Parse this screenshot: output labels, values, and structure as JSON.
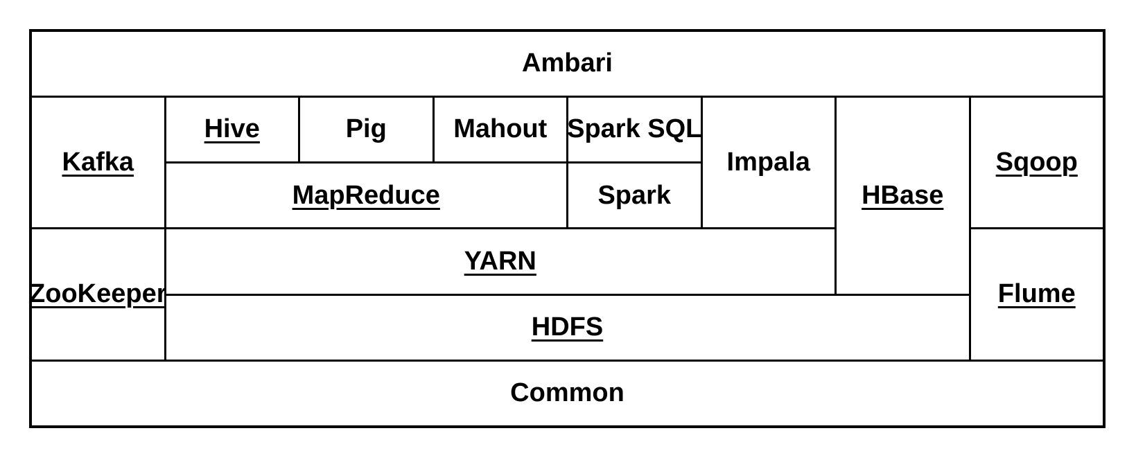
{
  "diagram": {
    "background_color": "#ffffff",
    "line_color": "#000000",
    "text_color": "#000000",
    "cells": [
      {
        "id": "ambari",
        "label": "Ambari",
        "underline": false
      },
      {
        "id": "kafka",
        "label": "Kafka",
        "underline": true
      },
      {
        "id": "hive",
        "label": "Hive",
        "underline": true
      },
      {
        "id": "pig",
        "label": "Pig",
        "underline": false
      },
      {
        "id": "mahout",
        "label": "Mahout",
        "underline": false
      },
      {
        "id": "spark_sql",
        "label": "Spark SQL",
        "underline": false
      },
      {
        "id": "mapreduce",
        "label": "MapReduce",
        "underline": true
      },
      {
        "id": "spark",
        "label": "Spark",
        "underline": false
      },
      {
        "id": "impala",
        "label": "Impala",
        "underline": false
      },
      {
        "id": "hbase",
        "label": "HBase",
        "underline": true
      },
      {
        "id": "sqoop",
        "label": "Sqoop",
        "underline": true
      },
      {
        "id": "zookeeper",
        "label": "ZooKeeper",
        "underline": true
      },
      {
        "id": "yarn",
        "label": "YARN",
        "underline": true
      },
      {
        "id": "hdfs",
        "label": "HDFS",
        "underline": true
      },
      {
        "id": "flume",
        "label": "Flume",
        "underline": true
      },
      {
        "id": "common",
        "label": "Common",
        "underline": false
      }
    ]
  }
}
